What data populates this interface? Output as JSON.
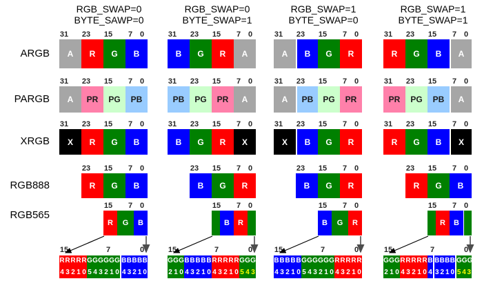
{
  "colors": {
    "R": {
      "bg": "#ff0000",
      "fg": "#ffffff"
    },
    "G": {
      "bg": "#008000",
      "fg": "#ffffff"
    },
    "B": {
      "bg": "#0000ff",
      "fg": "#ffffff"
    },
    "A": {
      "bg": "#a6a6a6",
      "fg": "#ffffff"
    },
    "X": {
      "bg": "#000000",
      "fg": "#ffffff"
    },
    "PR": {
      "bg": "#ff80aa",
      "fg": "#1a1a1a"
    },
    "PG": {
      "bg": "#ccffcc",
      "fg": "#1a1a1a"
    },
    "PB": {
      "bg": "#99ccff",
      "fg": "#1a1a1a"
    }
  },
  "headers": [
    [
      "RGB_SWAP=0",
      "BYTE_SAWP=0"
    ],
    [
      "RGB_SWAP=0",
      "BYTE_SWAP=1"
    ],
    [
      "RGB_SWAP=1",
      "BYTE_SWAP=0"
    ],
    [
      "RGB_SWAP=1",
      "BYTE_SWAP=1"
    ]
  ],
  "byte_rows": [
    {
      "label": "ARGB",
      "offset": 0,
      "bit_labels": [
        "31",
        "23",
        "15",
        "7",
        "0"
      ],
      "columns": [
        [
          {
            "t": "A",
            "k": "A"
          },
          {
            "t": "R",
            "k": "R"
          },
          {
            "t": "G",
            "k": "G"
          },
          {
            "t": "B",
            "k": "B"
          }
        ],
        [
          {
            "t": "B",
            "k": "B"
          },
          {
            "t": "G",
            "k": "G"
          },
          {
            "t": "R",
            "k": "R"
          },
          {
            "t": "A",
            "k": "A"
          }
        ],
        [
          {
            "t": "A",
            "k": "A"
          },
          {
            "t": "B",
            "k": "B",
            "gap": true
          },
          {
            "t": "G",
            "k": "G"
          },
          {
            "t": "R",
            "k": "R"
          }
        ],
        [
          {
            "t": "R",
            "k": "R"
          },
          {
            "t": "G",
            "k": "G"
          },
          {
            "t": "B",
            "k": "B"
          },
          {
            "t": "A",
            "k": "A",
            "gap": true
          }
        ]
      ]
    },
    {
      "label": "PARGB",
      "offset": 0,
      "bit_labels": [
        "31",
        "23",
        "15",
        "7",
        "0"
      ],
      "columns": [
        [
          {
            "t": "A",
            "k": "A"
          },
          {
            "t": "PR",
            "k": "PR"
          },
          {
            "t": "PG",
            "k": "PG"
          },
          {
            "t": "PB",
            "k": "PB"
          }
        ],
        [
          {
            "t": "PB",
            "k": "PB"
          },
          {
            "t": "PG",
            "k": "PG"
          },
          {
            "t": "PR",
            "k": "PR"
          },
          {
            "t": "A",
            "k": "A"
          }
        ],
        [
          {
            "t": "A",
            "k": "A"
          },
          {
            "t": "PB",
            "k": "PB",
            "gap": true
          },
          {
            "t": "PG",
            "k": "PG"
          },
          {
            "t": "PR",
            "k": "PR"
          }
        ],
        [
          {
            "t": "PR",
            "k": "PR"
          },
          {
            "t": "PG",
            "k": "PG"
          },
          {
            "t": "PB",
            "k": "PB"
          },
          {
            "t": "A",
            "k": "A",
            "gap": true
          }
        ]
      ]
    },
    {
      "label": "XRGB",
      "offset": 0,
      "bit_labels": [
        "31",
        "23",
        "15",
        "7",
        "0"
      ],
      "columns": [
        [
          {
            "t": "X",
            "k": "X"
          },
          {
            "t": "R",
            "k": "R"
          },
          {
            "t": "G",
            "k": "G"
          },
          {
            "t": "B",
            "k": "B"
          }
        ],
        [
          {
            "t": "B",
            "k": "B"
          },
          {
            "t": "G",
            "k": "G"
          },
          {
            "t": "R",
            "k": "R"
          },
          {
            "t": "X",
            "k": "X"
          }
        ],
        [
          {
            "t": "X",
            "k": "X"
          },
          {
            "t": "B",
            "k": "B",
            "gap": true
          },
          {
            "t": "G",
            "k": "G"
          },
          {
            "t": "R",
            "k": "R"
          }
        ],
        [
          {
            "t": "R",
            "k": "R"
          },
          {
            "t": "G",
            "k": "G"
          },
          {
            "t": "B",
            "k": "B"
          },
          {
            "t": "X",
            "k": "X",
            "gap": true
          }
        ]
      ]
    },
    {
      "label": "RGB888",
      "offset": 1,
      "bit_labels": [
        "23",
        "15",
        "7",
        "0"
      ],
      "columns": [
        [
          {
            "t": "R",
            "k": "R"
          },
          {
            "t": "G",
            "k": "G"
          },
          {
            "t": "B",
            "k": "B"
          }
        ],
        [
          {
            "t": "B",
            "k": "B"
          },
          {
            "t": "G",
            "k": "G"
          },
          {
            "t": "R",
            "k": "R"
          }
        ],
        [
          {
            "t": "B",
            "k": "B"
          },
          {
            "t": "G",
            "k": "G"
          },
          {
            "t": "R",
            "k": "R"
          }
        ],
        [
          {
            "t": "R",
            "k": "R"
          },
          {
            "t": "G",
            "k": "G"
          },
          {
            "t": "B",
            "k": "B"
          }
        ]
      ]
    }
  ],
  "rgb565": {
    "label": "RGB565",
    "packed_bit_labels": [
      "15",
      "7",
      "0"
    ],
    "packed_columns": [
      [
        {
          "t": "R",
          "k": "R",
          "w": 5
        },
        {
          "t": "G",
          "k": "G",
          "w": 6
        },
        {
          "t": "B",
          "k": "B",
          "w": 5
        }
      ],
      [
        {
          "t": "",
          "k": "G",
          "w": 3
        },
        {
          "t": "B",
          "k": "B",
          "w": 5
        },
        {
          "t": "R",
          "k": "R",
          "w": 5
        },
        {
          "t": "",
          "k": "G",
          "w": 3
        }
      ],
      [
        {
          "t": "B",
          "k": "B",
          "w": 5
        },
        {
          "t": "G",
          "k": "G",
          "w": 6
        },
        {
          "t": "R",
          "k": "R",
          "w": 5
        }
      ],
      [
        {
          "t": "",
          "k": "G",
          "w": 3
        },
        {
          "t": "R",
          "k": "R",
          "w": 5
        },
        {
          "t": "B",
          "k": "B",
          "w": 5
        },
        {
          "t": "",
          "k": "G",
          "w": 3,
          "gap": true
        }
      ]
    ],
    "expanded_bit_labels": [
      "15",
      "7",
      "0"
    ],
    "expanded_columns": [
      [
        {
          "k": "R",
          "letters": "RRRRR",
          "numbers": "43210"
        },
        {
          "k": "G",
          "letters": "GGGGGG",
          "numbers": "543210"
        },
        {
          "k": "B",
          "letters": "BBBBB",
          "numbers": "43210",
          "gap": true
        }
      ],
      [
        {
          "k": "G",
          "letters": "GGG",
          "numbers": "210"
        },
        {
          "k": "B",
          "letters": "BBBBB",
          "numbers": "43210"
        },
        {
          "k": "R",
          "letters": "RRRRR",
          "numbers": "43210"
        },
        {
          "k": "G",
          "letters": "GGG",
          "numbers": "543",
          "ncolor": "#ffff00"
        }
      ],
      [
        {
          "k": "B",
          "letters": "BBBBB",
          "numbers": "43210"
        },
        {
          "k": "G",
          "letters": "GGGGGG",
          "numbers": "543210"
        },
        {
          "k": "R",
          "letters": "RRRRR",
          "numbers": "43210"
        }
      ],
      [
        {
          "k": "G",
          "letters": "GGG",
          "numbers": "210"
        },
        {
          "k": "R",
          "letters": "RRRRR",
          "numbers": "43210"
        },
        {
          "k": "B",
          "letters": "B",
          "numbers": "4"
        },
        {
          "k": "B",
          "letters": "BBBB",
          "numbers": "3210",
          "gap": true
        },
        {
          "k": "G",
          "letters": "GGG",
          "numbers": "543",
          "gap": true,
          "ncolor": "#ffff00"
        }
      ]
    ]
  }
}
